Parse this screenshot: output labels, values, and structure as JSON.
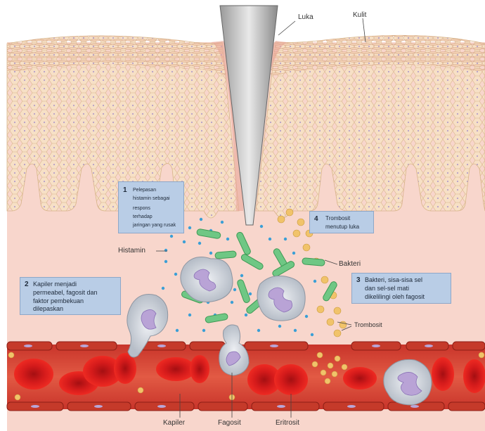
{
  "labels": {
    "luka": "Luka",
    "kulit": "Kulit",
    "histamin": "Histamin",
    "bakteri": "Bakteri",
    "trombosit": "Trombosit",
    "kapiler": "Kapiler",
    "fagosit": "Fagosit",
    "eritrosit": "Eritrosit"
  },
  "steps": [
    {
      "number": "1",
      "lines": [
        "Pelepasan",
        "histamin sebagai",
        "respons",
        "terhadap",
        "jaringan yang rusak"
      ]
    },
    {
      "number": "2",
      "lines": [
        "Kapiler menjadi",
        "permeabel, fagosit dan",
        "faktor pembekuan",
        "dilepaskan"
      ]
    },
    {
      "number": "3",
      "lines": [
        "Bakteri, sisa-sisa sel",
        "dan sel-sel mati",
        "dikelilingi oleh fagosit"
      ]
    },
    {
      "number": "4",
      "lines": [
        "Trombosit",
        "menutup luka"
      ]
    }
  ],
  "colors": {
    "epidermis": "#f6dcc0",
    "dermis": "#f8d6cc",
    "blood_vessel": "#d9422e",
    "erythrocyte": "#d81f1f",
    "bacteria": "#6fc784",
    "histamine_dot": "#3b9fd6",
    "platelet": "#f1c36a",
    "phagocyte": "#d7dce3",
    "label_box": "#b9cde6"
  }
}
